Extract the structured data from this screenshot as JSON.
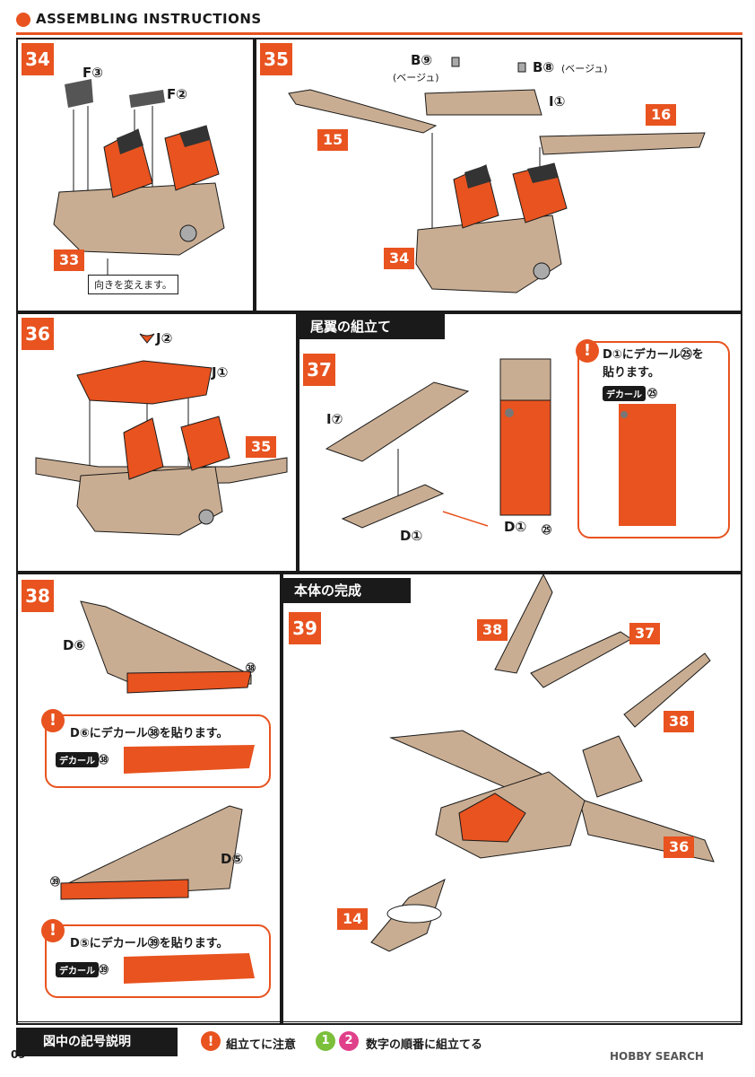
{
  "header": {
    "title": "ASSEMBLING INSTRUCTIONS"
  },
  "steps": {
    "s34": {
      "number": "34",
      "parts": [
        "F③",
        "F②"
      ],
      "ref": "33",
      "caption": "向きを変えます。"
    },
    "s35": {
      "number": "35",
      "parts": [
        "B⑨",
        "(ベージュ)",
        "B⑧",
        "(ベージュ)",
        "I①"
      ],
      "refs": [
        "15",
        "16",
        "34"
      ]
    },
    "s36": {
      "number": "36",
      "parts": [
        "J②",
        "J①"
      ],
      "ref": "35"
    },
    "s37": {
      "number": "37",
      "section_title": "尾翼の組立て",
      "parts": [
        "I⑦",
        "D①",
        "D①",
        "㉕"
      ],
      "note": {
        "line1": "D①にデカール㉕を",
        "line2": "貼ります。",
        "decal_chip": "デカール",
        "decal_num": "㉕"
      }
    },
    "s38": {
      "number": "38",
      "parts": [
        "D⑥",
        "㊳",
        "D⑤",
        "㊴"
      ],
      "note_a": {
        "text": "D⑥にデカール㊳を貼ります。",
        "decal_chip": "デカール",
        "decal_num": "㊳"
      },
      "note_b": {
        "text": "D⑤にデカール㊴を貼ります。",
        "decal_chip": "デカール",
        "decal_num": "㊴"
      }
    },
    "s39": {
      "number": "39",
      "section_title": "本体の完成",
      "refs": [
        "38",
        "37",
        "38",
        "36",
        "14"
      ]
    }
  },
  "footer": {
    "legend_title": "図中の記号説明",
    "warn_symbol": "!",
    "warn_text": "組立てに注意",
    "order_1": "1",
    "order_2": "2",
    "order_text": "数字の順番に組立てる"
  },
  "page_number": "09",
  "watermark": "HOBBY SEARCH",
  "colors": {
    "accent": "#e8531f",
    "beige": "#c9ad92",
    "dark": "#1a1a1a"
  }
}
